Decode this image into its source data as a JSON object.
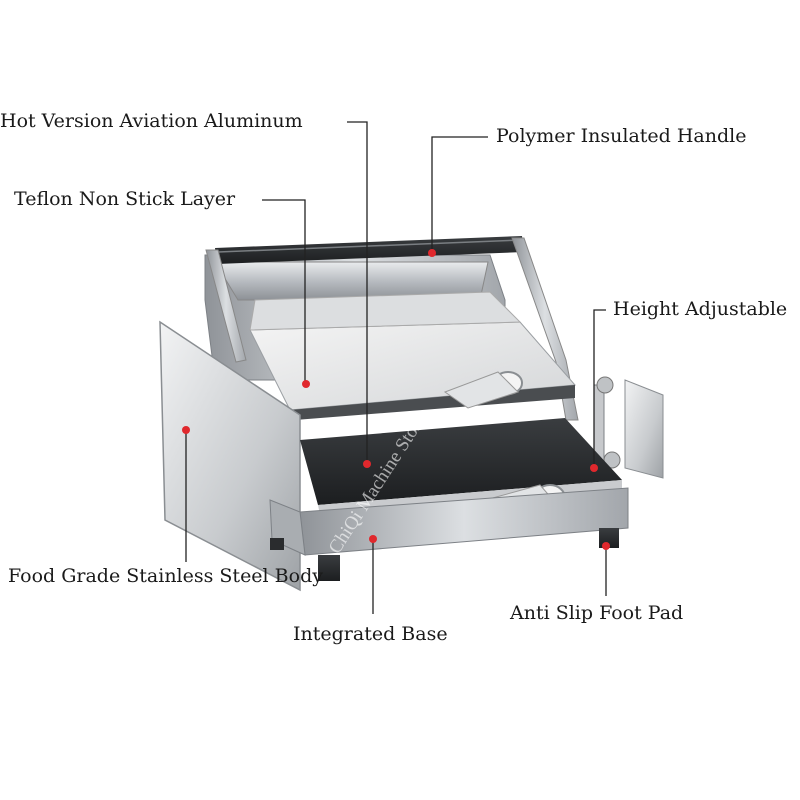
{
  "callouts": {
    "aluminum": "Hot Version Aviation Aluminum",
    "handle": "Polymer Insulated Handle",
    "teflon": "Teflon Non Stick Layer",
    "height": "Height Adjustable",
    "body": "Food Grade Stainless Steel Body",
    "foot": "Anti Slip Foot Pad",
    "base": "Integrated Base"
  },
  "watermark": "ChiQi Machine Store",
  "colors": {
    "marker": "#e0282d",
    "leader": "#222222",
    "steel": "#b9bcc0",
    "indicator_lights": [
      "#d23a2a",
      "#e0a020",
      "#2f9a3a"
    ]
  }
}
